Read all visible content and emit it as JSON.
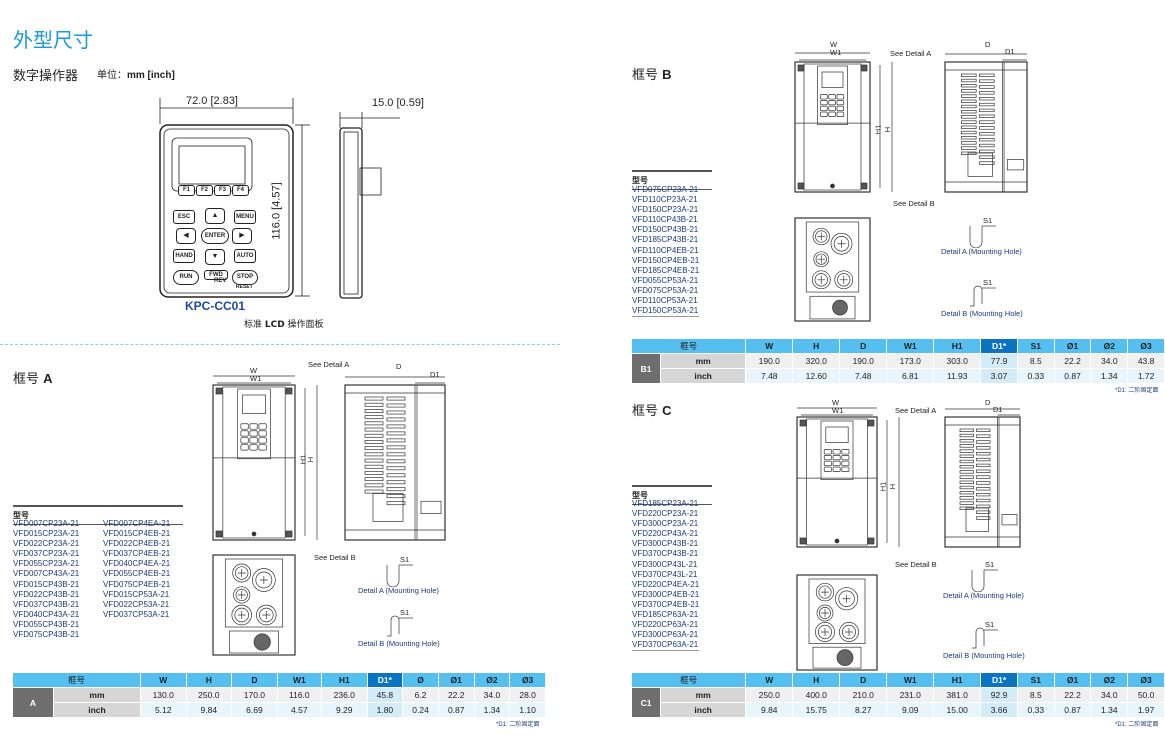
{
  "title": "外型尺寸",
  "keypad": {
    "heading": "数字操作器",
    "unit_label": "单位：",
    "unit_value": "mm [inch]",
    "width_dim": "72.0 [2.83]",
    "depth_dim": "15.0 [0.59]",
    "height_dim": "116.0 [4.57]",
    "model": "KPC-CC01",
    "caption_pre": "标准 ",
    "caption_bold": "LCD",
    "caption_post": " 操作面板",
    "keys": {
      "f1": "F1",
      "f2": "F2",
      "f3": "F3",
      "f4": "F4",
      "esc": "ESC",
      "menu": "MENU",
      "enter": "ENTER",
      "hand": "HAND",
      "auto": "AUTO",
      "run": "RUN",
      "fwd": "FWD",
      "rev": "REV",
      "stop": "STOP",
      "reset": "RESET"
    }
  },
  "labels": {
    "model_header": "型号",
    "see_a": "See Detail A",
    "see_b": "See Detail B",
    "detail_a": "Detail A (Mounting Hole)",
    "detail_b": "Detail B (Mounting Hole)",
    "s1": "S1",
    "w": "W",
    "w1": "W1",
    "h": "H",
    "h1": "H1",
    "d": "D",
    "d1": "D1",
    "note": "*D1: 二阶固定面",
    "frame_col": "框号",
    "mm": "mm",
    "inch": "inch"
  },
  "frames": [
    {
      "id": "a",
      "title_pre": "框号 ",
      "title_letter": "A",
      "row_label": "A",
      "columns": [
        "W",
        "H",
        "D",
        "W1",
        "H1",
        "D1*",
        "Ø",
        "Ø1",
        "Ø2",
        "Ø3"
      ],
      "mm": [
        "130.0",
        "250.0",
        "170.0",
        "116.0",
        "236.0",
        "45.8",
        "6.2",
        "22.2",
        "34.0",
        "28.0"
      ],
      "inch": [
        "5.12",
        "9.84",
        "6.69",
        "4.57",
        "9.29",
        "1.80",
        "0.24",
        "0.87",
        "1.34",
        "1.10"
      ],
      "models": [
        [
          "VFD007CP23A-21",
          "VFD015CP23A-21",
          "VFD022CP23A-21",
          "VFD037CP23A-21",
          "VFD055CP23A-21",
          "VFD007CP43A-21",
          "VFD015CP43B-21",
          "VFD022CP43B-21",
          "VFD037CP43B-21",
          "VFD040CP43A-21",
          "VFD055CP43B-21",
          "VFD075CP43B-21"
        ],
        [
          "VFD007CP4EA-21",
          "VFD015CP4EB-21",
          "VFD022CP4EB-21",
          "VFD037CP4EB-21",
          "VFD040CP4EA-21",
          "VFD055CP4EB-21",
          "VFD075CP4EB-21",
          "VFD015CP53A-21",
          "VFD022CP53A-21",
          "VFD037CP53A-21"
        ]
      ]
    },
    {
      "id": "b",
      "title_pre": "框号 ",
      "title_letter": "B",
      "row_label": "B1",
      "columns": [
        "W",
        "H",
        "D",
        "W1",
        "H1",
        "D1*",
        "S1",
        "Ø1",
        "Ø2",
        "Ø3"
      ],
      "mm": [
        "190.0",
        "320.0",
        "190.0",
        "173.0",
        "303.0",
        "77.9",
        "8.5",
        "22.2",
        "34.0",
        "43.8"
      ],
      "inch": [
        "7.48",
        "12.60",
        "7.48",
        "6.81",
        "11.93",
        "3.07",
        "0.33",
        "0.87",
        "1.34",
        "1.72"
      ],
      "models": [
        [
          "VFD075CP23A-21",
          "VFD110CP23A-21",
          "VFD150CP23A-21",
          "VFD110CP43B-21",
          "VFD150CP43B-21",
          "VFD185CP43B-21",
          "VFD110CP4EB-21",
          "VFD150CP4EB-21",
          "VFD185CP4EB-21",
          "VFD055CP53A-21",
          "VFD075CP53A-21",
          "VFD110CP53A-21",
          "VFD150CP53A-21"
        ]
      ]
    },
    {
      "id": "c",
      "title_pre": "框号 ",
      "title_letter": "C",
      "row_label": "C1",
      "columns": [
        "W",
        "H",
        "D",
        "W1",
        "H1",
        "D1*",
        "S1",
        "Ø1",
        "Ø2",
        "Ø3"
      ],
      "mm": [
        "250.0",
        "400.0",
        "210.0",
        "231.0",
        "381.0",
        "92.9",
        "8.5",
        "22.2",
        "34.0",
        "50.0"
      ],
      "inch": [
        "9.84",
        "15.75",
        "8.27",
        "9.09",
        "15.00",
        "3.66",
        "0.33",
        "0.87",
        "1.34",
        "1.97"
      ],
      "models": [
        [
          "VFD185CP23A-21",
          "VFD220CP23A-21",
          "VFD300CP23A-21",
          "VFD220CP43A-21",
          "VFD300CP43B-21",
          "VFD370CP43B-21",
          "VFD300CP43L-21",
          "VFD370CP43L-21",
          "VFD220CP4EA-21",
          "VFD300CP4EB-21",
          "VFD370CP4EB-21",
          "VFD185CP63A-21",
          "VFD220CP63A-21",
          "VFD300CP63A-21",
          "VFD370CP63A-21"
        ]
      ]
    }
  ],
  "colors": {
    "title": "#1a9ad6",
    "header": "#55bff0",
    "d1_header": "#0a74c2",
    "frame_cell": "#6e6e6e",
    "model_text": "#1a3b7a"
  }
}
